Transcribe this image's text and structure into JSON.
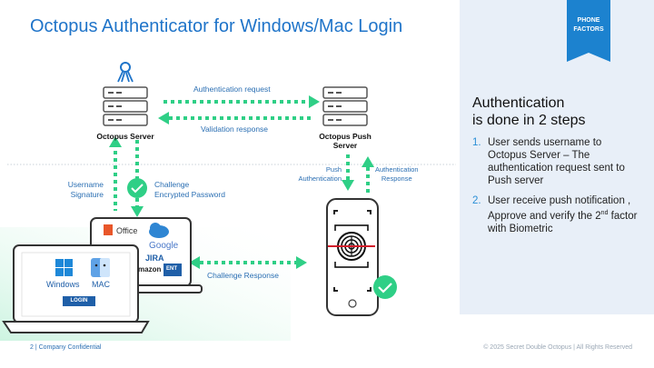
{
  "title": "Octopus Authenticator for Windows/Mac  Login",
  "badge": {
    "line1": "PHONE",
    "line2": "FACTORS"
  },
  "auth_heading": {
    "line1": "Authentication",
    "line2": "is done in 2 steps"
  },
  "steps": [
    {
      "num": "1.",
      "pre": "User sends username to Octopus Server – The authentication request sent to Push server",
      "sup": "",
      "post": ""
    },
    {
      "num": "2.",
      "pre": "User receive push notification , Approve and verify the 2",
      "sup": "nd",
      "post": " factor with Biometric"
    }
  ],
  "labels": {
    "auth_request": "Authentication request",
    "validation_response": "Validation response",
    "octopus_server": "Octopus Server",
    "push_server_1": "Octopus Push",
    "push_server_2": "Server",
    "username": "Username",
    "signature": "Signature",
    "challenge": "Challenge",
    "encrypted_password": "Encrypted Password",
    "push_1": "Push",
    "push_2": "Authentication",
    "authresp_1": "Authentication",
    "authresp_2": "Response",
    "challenge_response": "Challenge Response",
    "office": "Office",
    "google": "Google",
    "jira": "JIRA",
    "amazon": "mazon",
    "ent": "ENT",
    "windows": "Windows",
    "mac": "MAC",
    "login_button": "LOGIN"
  },
  "footer": {
    "left": "2  |  Company Confidential",
    "right": "© 2025 Secret Double Octopus | All Rights Reserved"
  },
  "colors": {
    "accent": "#1f74c9",
    "green": "#2fcf86",
    "badge": "#1c82cf",
    "panel": "#e8eff8"
  }
}
